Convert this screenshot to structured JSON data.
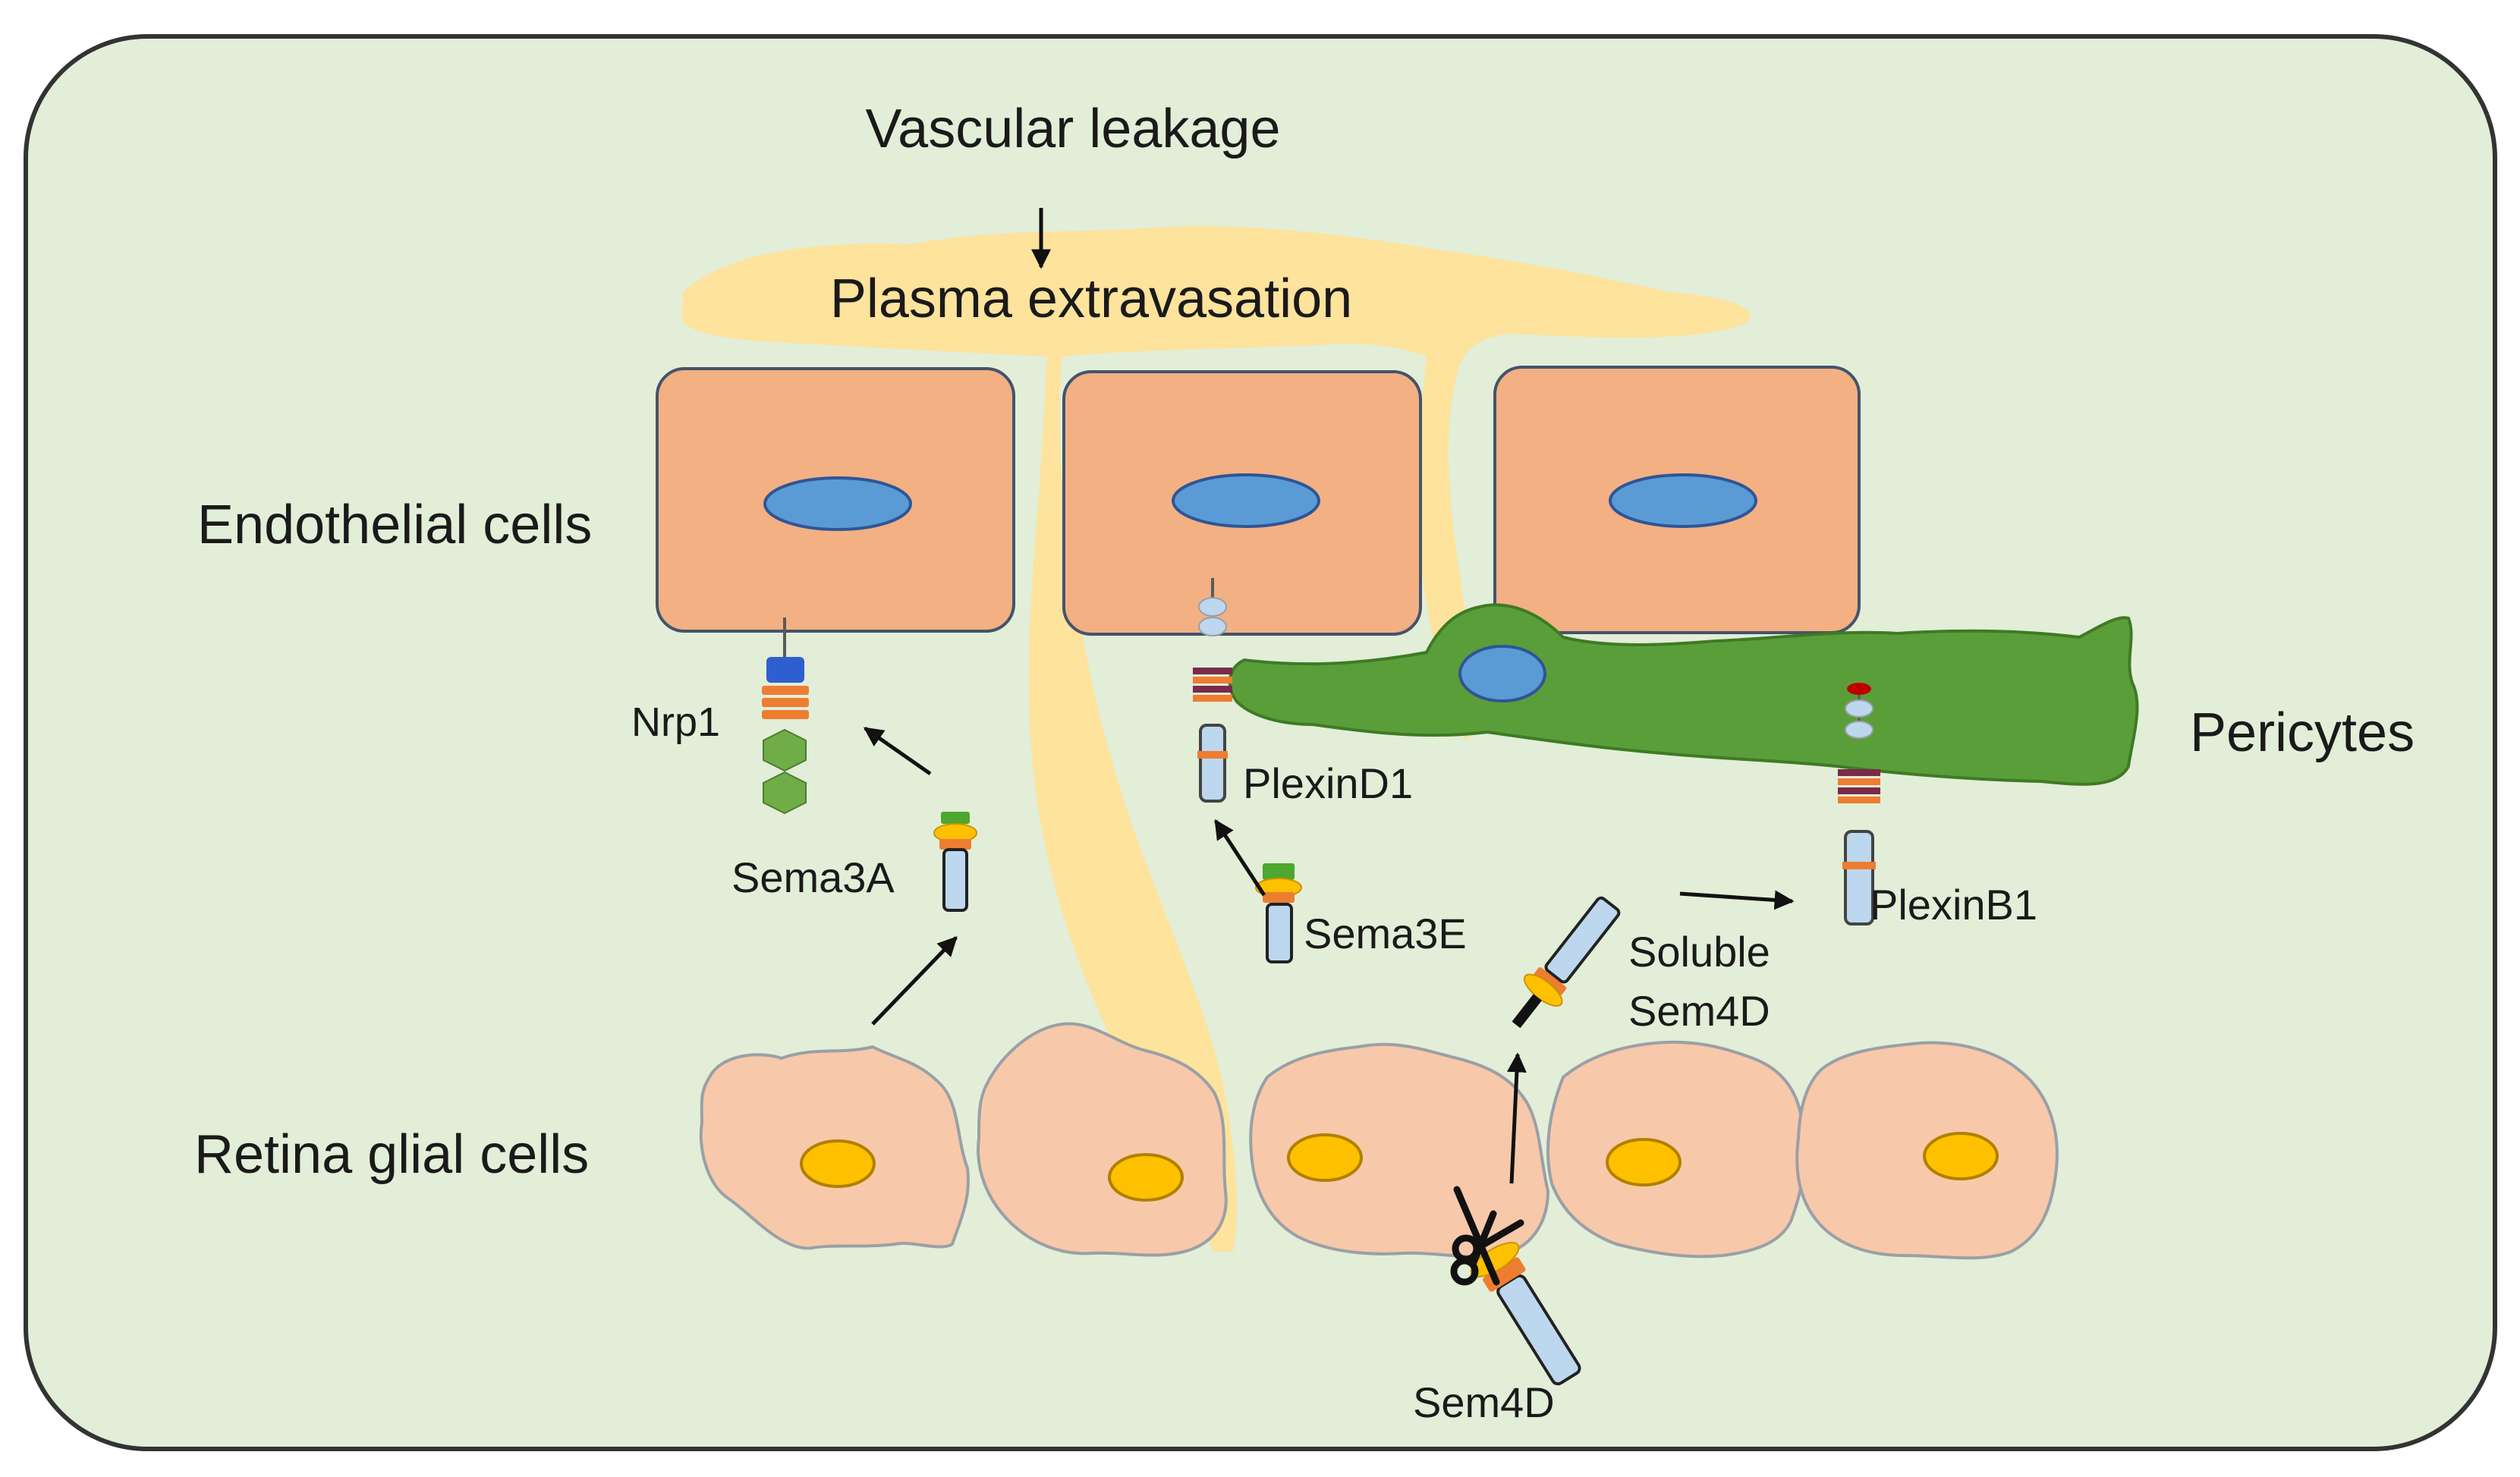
{
  "title": "Vascular leakage",
  "labels": {
    "plasma": "Plasma extravasation",
    "endothelial": "Endothelial cells",
    "pericytes": "Pericytes",
    "glial": "Retina glial cells",
    "nrp1": "Nrp1",
    "sema3a": "Sema3A",
    "plexind1": "PlexinD1",
    "sema3e": "Sema3E",
    "plexinb1": "PlexinB1",
    "soluble_line1": "Soluble",
    "soluble_line2": "Sem4D",
    "sem4d": "Sem4D"
  },
  "colors": {
    "background": "#e2eed8",
    "border": "#333333",
    "leak": "#fde39c",
    "endothelial": "#f2b083",
    "nucleus_blue": "#5b9bd5",
    "pericyte": "#5a9e3a",
    "glial": "#f8c8aa",
    "glial_nucleus": "#ffc000",
    "receptor": "#bdd7ee",
    "band_orange": "#ed7d31",
    "band_yellow": "#ffc000",
    "band_green": "#4ea72e",
    "band_dark": "#7a2a4a",
    "nrp1_blue": "#2e5fd0",
    "nrp1_green": "#70ad47"
  }
}
